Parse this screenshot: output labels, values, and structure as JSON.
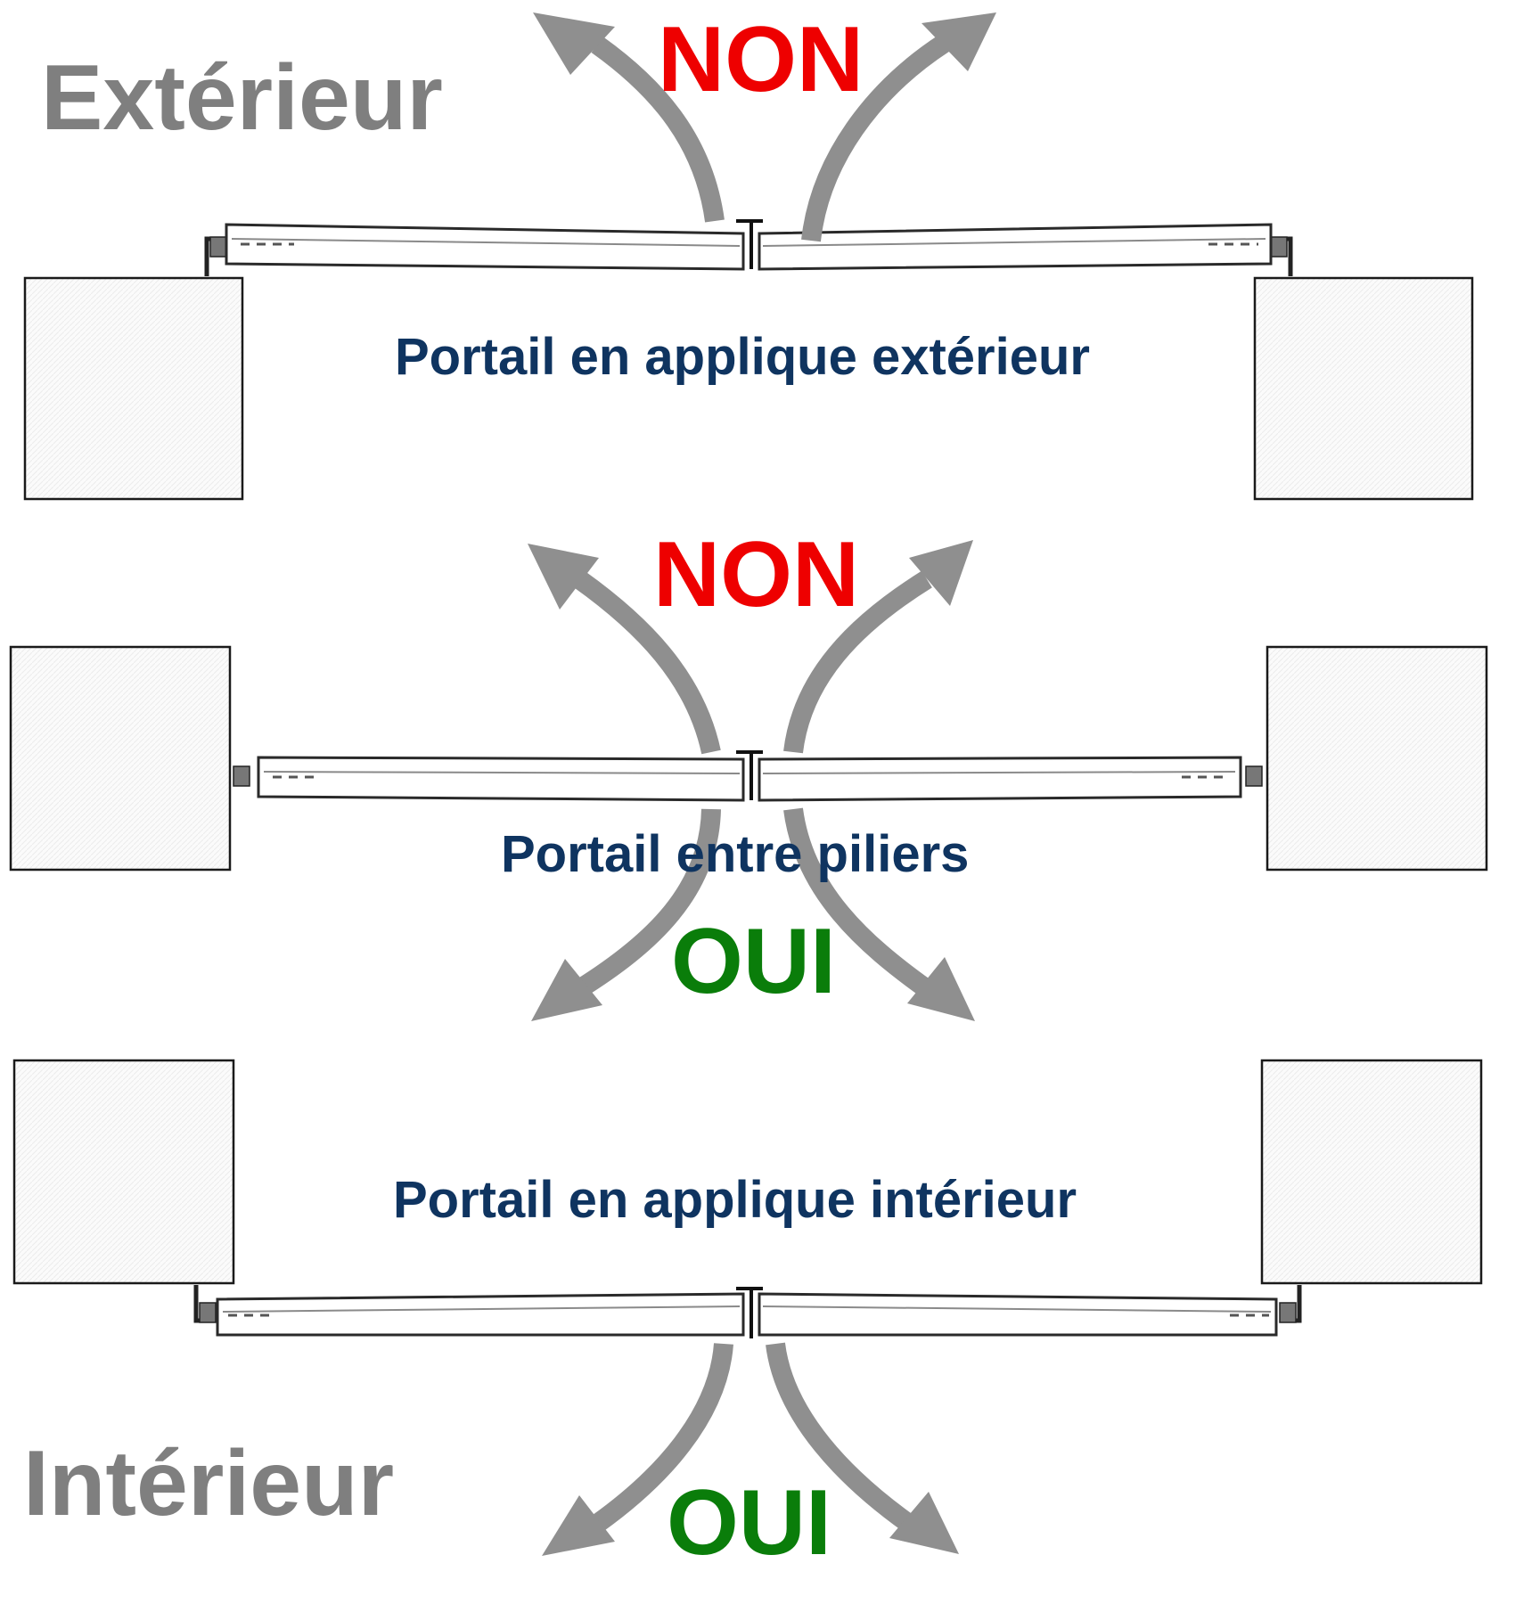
{
  "labels": {
    "outside": "Extérieur",
    "inside": "Intérieur"
  },
  "sections": [
    {
      "title": "Portail en applique extérieur",
      "verdicts": [
        "NON"
      ]
    },
    {
      "title": "Portail entre piliers",
      "verdicts": [
        "NON",
        "OUI"
      ]
    },
    {
      "title": "Portail en applique intérieur",
      "verdicts": [
        "OUI"
      ]
    }
  ],
  "colors": {
    "non": "#ee0000",
    "oui": "#0a7d0a",
    "side_label": "#7f7f7f",
    "title": "#0f3460",
    "arrow": "#8f8f8f"
  }
}
